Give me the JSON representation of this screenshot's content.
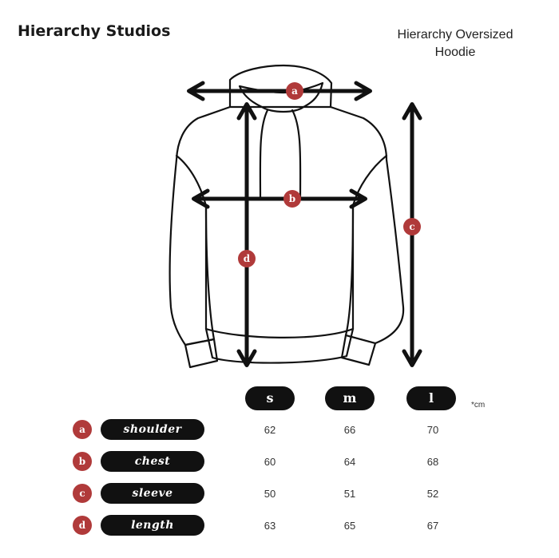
{
  "brand": "Hierarchy Studios",
  "product": {
    "line1": "Hierarchy Oversized",
    "line2": "Hoodie"
  },
  "markers": {
    "a": "a",
    "b": "b",
    "c": "c",
    "d": "d"
  },
  "colors": {
    "marker": "#b03a3a",
    "pill": "#111111",
    "outline": "#111111"
  },
  "table": {
    "sizes": [
      "s",
      "m",
      "l"
    ],
    "unit": "*cm",
    "rows": [
      {
        "marker": "a",
        "label": "shoulder",
        "values": [
          "62",
          "66",
          "70"
        ]
      },
      {
        "marker": "b",
        "label": "chest",
        "values": [
          "60",
          "64",
          "68"
        ]
      },
      {
        "marker": "c",
        "label": "sleeve",
        "values": [
          "50",
          "51",
          "52"
        ]
      },
      {
        "marker": "d",
        "label": "length",
        "values": [
          "63",
          "65",
          "67"
        ]
      }
    ]
  }
}
